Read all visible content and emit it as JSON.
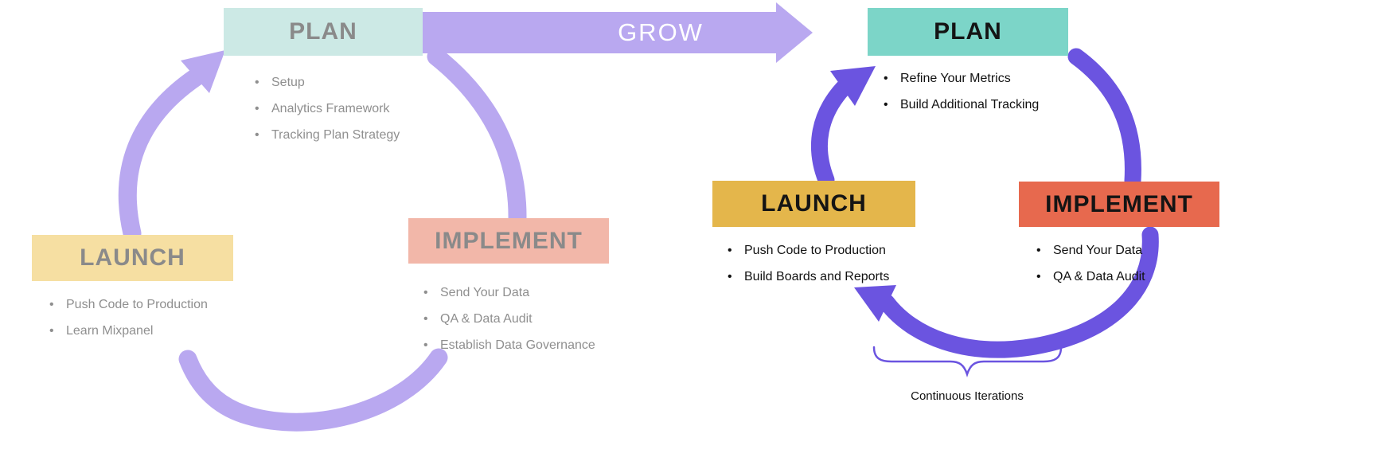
{
  "background": "#ffffff",
  "grow_arrow": {
    "label": "GROW",
    "color": "#b9a8f0",
    "text_color": "#ffffff"
  },
  "left_cycle": {
    "arrow_color": "#b9a8f0",
    "label_color": "#8a8a8a",
    "bullet_color": "#8f8f8f",
    "plan": {
      "label": "PLAN",
      "color": "#cce9e5",
      "bullets": [
        "Setup",
        "Analytics Framework",
        "Tracking Plan Strategy"
      ]
    },
    "implement": {
      "label": "IMPLEMENT",
      "color": "#f2b7a9",
      "bullets": [
        "Send Your Data",
        "QA & Data Audit",
        "Establish Data Governance"
      ]
    },
    "launch": {
      "label": "LAUNCH",
      "color": "#f6dfa2",
      "bullets": [
        "Push Code to Production",
        "Learn Mixpanel"
      ]
    }
  },
  "right_cycle": {
    "arrow_color": "#6b54e0",
    "label_color": "#141414",
    "bullet_color": "#111111",
    "plan": {
      "label": "PLAN",
      "color": "#7cd5c8",
      "bullets": [
        "Refine Your Metrics",
        "Build Additional Tracking"
      ]
    },
    "launch": {
      "label": "LAUNCH",
      "color": "#e4b64b",
      "bullets": [
        "Push Code to Production",
        "Build Boards and Reports"
      ]
    },
    "implement": {
      "label": "IMPLEMENT",
      "color": "#e7694e",
      "bullets": [
        "Send Your Data",
        "QA & Data Audit"
      ]
    },
    "caption": "Continuous Iterations"
  }
}
